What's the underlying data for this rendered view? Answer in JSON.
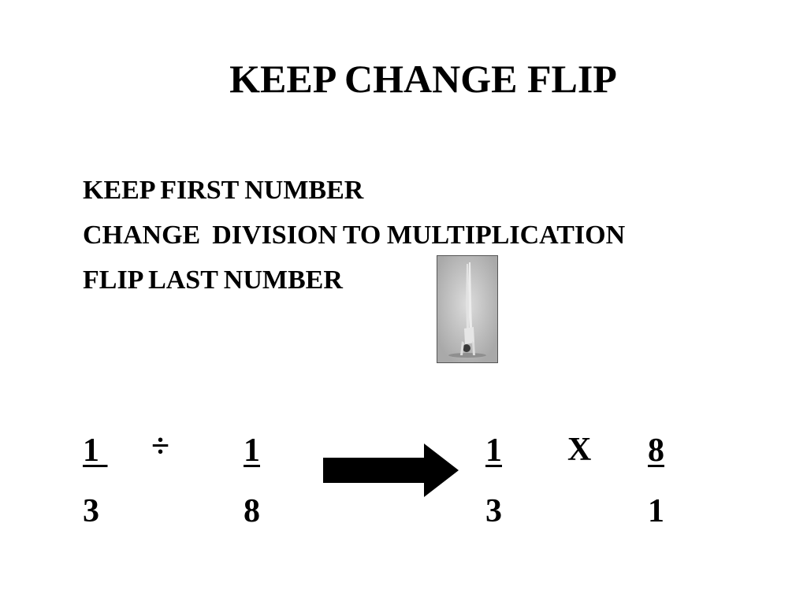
{
  "slide": {
    "title": "KEEP CHANGE FLIP",
    "rules": [
      "KEEP FIRST NUMBER",
      "CHANGE  DIVISION TO MULTIPLICATION",
      "FLIP LAST NUMBER"
    ]
  },
  "example": {
    "left_fraction_1": {
      "numerator": "1 ",
      "denominator": "3"
    },
    "divide_symbol": "÷",
    "left_fraction_2": {
      "numerator": "1",
      "denominator": "8"
    },
    "arrow_icon": "right-arrow-icon",
    "right_fraction_1": {
      "numerator": "1",
      "denominator": "3"
    },
    "multiply_symbol": "X",
    "right_fraction_2": {
      "numerator": "8",
      "denominator": "1"
    }
  },
  "image": {
    "subject": "handstand-photo"
  }
}
